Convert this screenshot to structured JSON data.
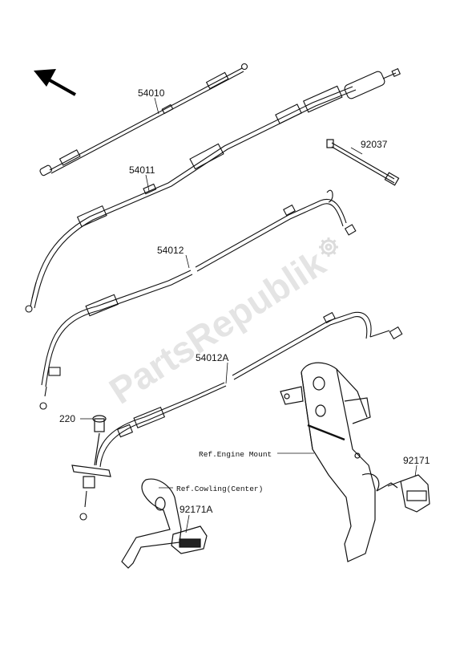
{
  "watermark": {
    "text": "PartsRepublik"
  },
  "parts": {
    "p54010": "54010",
    "p54011": "54011",
    "p54012": "54012",
    "p54012a": "54012A",
    "p92037": "92037",
    "p220": "220",
    "p92171": "92171",
    "p92171a": "92171A"
  },
  "refs": {
    "engine_mount": "Ref.Engine Mount",
    "cowling_center": "Ref.Cowling(Center)"
  },
  "icons": {
    "direction": "front-direction-arrow-icon"
  }
}
